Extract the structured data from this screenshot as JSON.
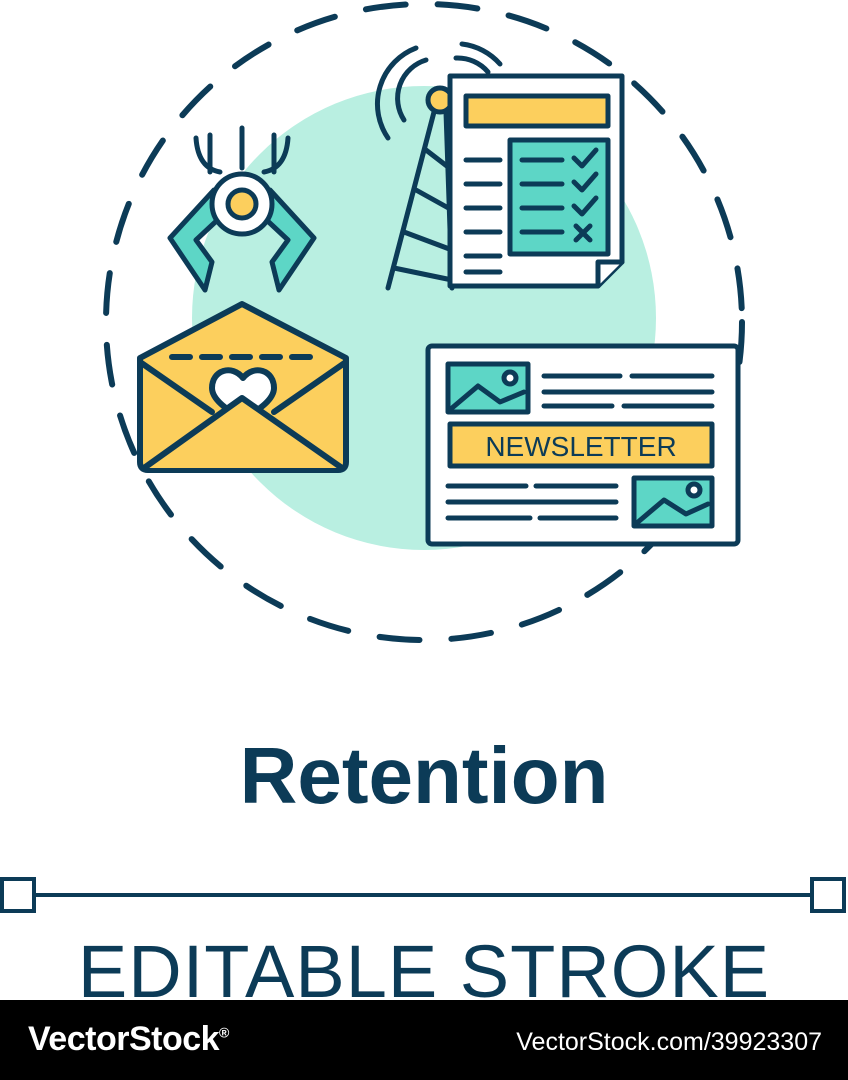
{
  "illustration": {
    "newsletter_label": "NEWSLETTER",
    "colors": {
      "stroke": "#0c3b57",
      "accent_yellow": "#fccf5d",
      "accent_teal": "#5dd6c6",
      "background_circle": "#b9efe1",
      "paper": "#ffffff"
    },
    "icons": [
      "robotic-claw-icon",
      "envelope-heart-icon",
      "radio-tower-icon",
      "checklist-document-icon",
      "newsletter-card-icon"
    ]
  },
  "title": "Retention",
  "subtitle": "EDITABLE STROKE",
  "footer": {
    "brand": "VectorStock",
    "registered_mark": "®",
    "credit": "VectorStock.com/39923307"
  }
}
